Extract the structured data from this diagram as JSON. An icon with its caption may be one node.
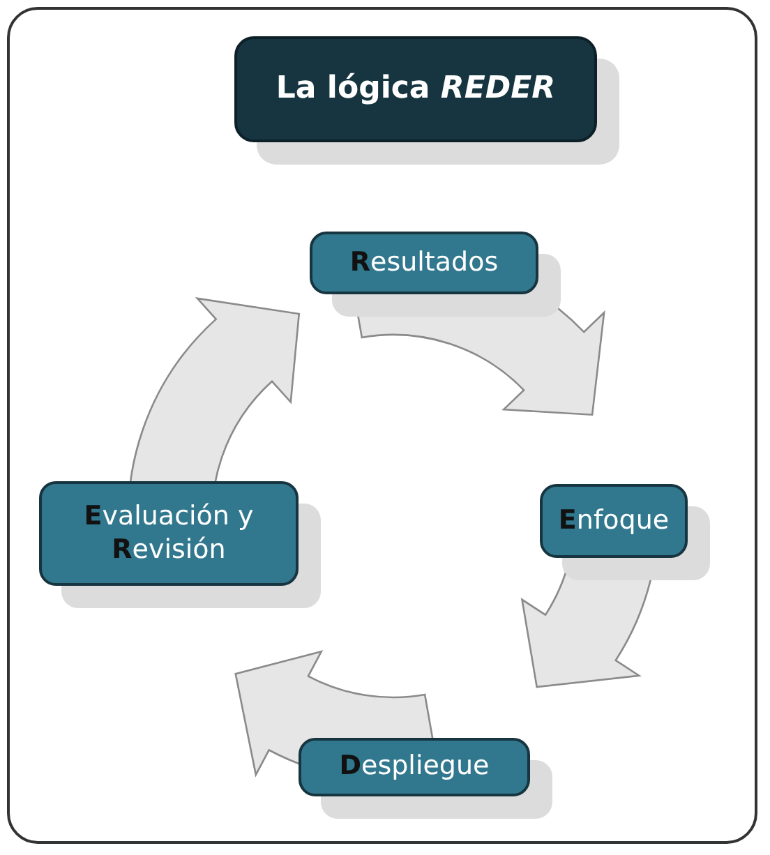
{
  "diagram": {
    "nodes": [
      {
        "text": [
          "La lógica *REDER*"
        ]
      },
      {
        "text": [
          "**R**esultados"
        ]
      },
      {
        "text": [
          "**E**nfoque"
        ]
      },
      {
        "text": [
          "**D**espliegue"
        ]
      },
      {
        "text": [
          "**E**valuación y **R**evisión"
        ]
      }
    ],
    "edges": [
      {
        "from": 1,
        "to": 2,
        "arrow": "to"
      },
      {
        "from": 2,
        "to": 3,
        "arrow": "to"
      },
      {
        "from": 3,
        "to": 4,
        "arrow": "to"
      },
      {
        "from": 4,
        "to": 1,
        "arrow": "to"
      }
    ]
  }
}
